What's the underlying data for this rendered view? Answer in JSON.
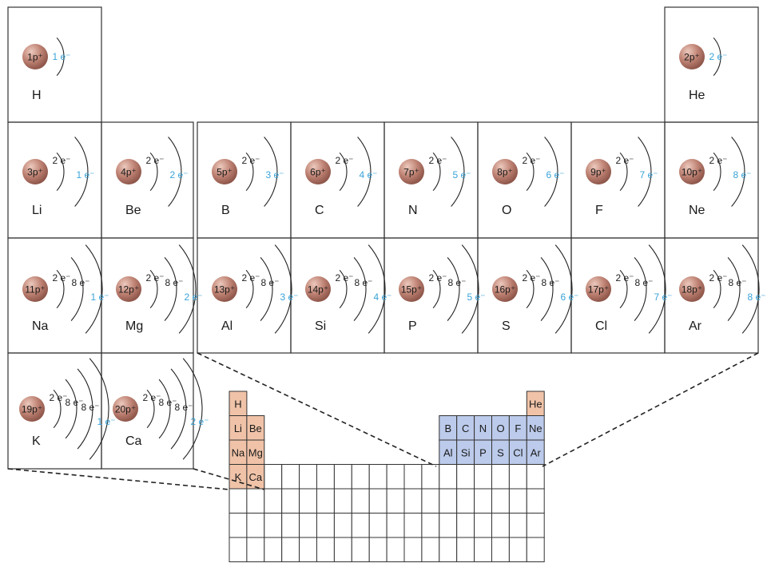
{
  "colors": {
    "electron_label": "#3aa3d8",
    "shell_label": "#222222",
    "nucleus": "#b87a6c",
    "nucleus_highlight": "#e6c0b4",
    "alkali_fill": "#f0c3a8",
    "nonmetal_fill": "#bccbeb",
    "line": "#333333"
  },
  "elements": [
    {
      "symbol": "H",
      "nucleus": "1p⁺",
      "shells": [],
      "valence": "1 e⁻"
    },
    {
      "symbol": "He",
      "nucleus": "2p⁺",
      "shells": [],
      "valence": "2 e⁻"
    },
    {
      "symbol": "Li",
      "nucleus": "3p⁺",
      "shells": [
        "2 e⁻"
      ],
      "valence": "1 e⁻"
    },
    {
      "symbol": "Be",
      "nucleus": "4p⁺",
      "shells": [
        "2 e⁻"
      ],
      "valence": "2 e⁻"
    },
    {
      "symbol": "B",
      "nucleus": "5p⁺",
      "shells": [
        "2 e⁻"
      ],
      "valence": "3 e⁻"
    },
    {
      "symbol": "C",
      "nucleus": "6p⁺",
      "shells": [
        "2 e⁻"
      ],
      "valence": "4 e⁻"
    },
    {
      "symbol": "N",
      "nucleus": "7p⁺",
      "shells": [
        "2 e⁻"
      ],
      "valence": "5 e⁻"
    },
    {
      "symbol": "O",
      "nucleus": "8p⁺",
      "shells": [
        "2 e⁻"
      ],
      "valence": "6 e⁻"
    },
    {
      "symbol": "F",
      "nucleus": "9p⁺",
      "shells": [
        "2 e⁻"
      ],
      "valence": "7 e⁻"
    },
    {
      "symbol": "Ne",
      "nucleus": "10p⁺",
      "shells": [
        "2 e⁻"
      ],
      "valence": "8 e⁻"
    },
    {
      "symbol": "Na",
      "nucleus": "11p⁺",
      "shells": [
        "2 e⁻",
        "8 e⁻"
      ],
      "valence": "1 e⁻"
    },
    {
      "symbol": "Mg",
      "nucleus": "12p⁺",
      "shells": [
        "2 e⁻",
        "8 e⁻"
      ],
      "valence": "2 e⁻"
    },
    {
      "symbol": "Al",
      "nucleus": "13p⁺",
      "shells": [
        "2 e⁻",
        "8 e⁻"
      ],
      "valence": "3 e⁻"
    },
    {
      "symbol": "Si",
      "nucleus": "14p⁺",
      "shells": [
        "2 e⁻",
        "8 e⁻"
      ],
      "valence": "4 e⁻"
    },
    {
      "symbol": "P",
      "nucleus": "15p⁺",
      "shells": [
        "2 e⁻",
        "8 e⁻"
      ],
      "valence": "5 e⁻"
    },
    {
      "symbol": "S",
      "nucleus": "16p⁺",
      "shells": [
        "2 e⁻",
        "8 e⁻"
      ],
      "valence": "6 e⁻"
    },
    {
      "symbol": "Cl",
      "nucleus": "17p⁺",
      "shells": [
        "2 e⁻",
        "8 e⁻"
      ],
      "valence": "7 e⁻"
    },
    {
      "symbol": "Ar",
      "nucleus": "18p⁺",
      "shells": [
        "2 e⁻",
        "8 e⁻"
      ],
      "valence": "8 e⁻"
    },
    {
      "symbol": "K",
      "nucleus": "19p⁺",
      "shells": [
        "2 e⁻",
        "8 e⁻",
        "8 e⁻"
      ],
      "valence": "1 e⁻"
    },
    {
      "symbol": "Ca",
      "nucleus": "20p⁺",
      "shells": [
        "2 e⁻",
        "8 e⁻",
        "8 e⁻"
      ],
      "valence": "2 e⁻"
    }
  ],
  "mini_table": {
    "alkali_cells": [
      "H",
      "Li",
      "Be",
      "Na",
      "Mg",
      "K",
      "Ca"
    ],
    "nonmetal_cells": [
      "B",
      "C",
      "N",
      "O",
      "F",
      "Al",
      "Si",
      "P",
      "S",
      "Cl",
      "Ar"
    ],
    "noble_cells": [
      "He",
      "Ne",
      "Ar"
    ]
  }
}
